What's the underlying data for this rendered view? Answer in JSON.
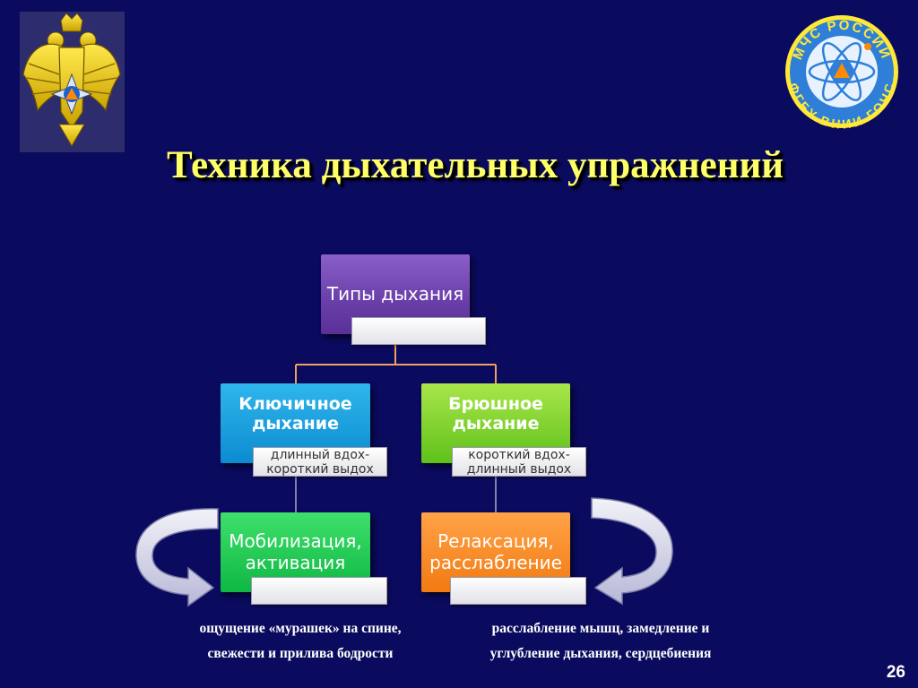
{
  "slide": {
    "title": "Техника дыхательных упражнений",
    "page_number": "26"
  },
  "logos": {
    "left": {
      "icon": "eagle-emblem-icon"
    },
    "right": {
      "icon": "mchs-round-logo-icon",
      "text_top": "МЧС РОССИИ",
      "text_bottom": "ФГБУ ВНИИ ГОЧС"
    }
  },
  "diagram": {
    "root": {
      "label": "Типы дыхания"
    },
    "branches": [
      {
        "label": "Ключичное дыхание",
        "note": "длинный вдох-короткий выдох",
        "result": "Мобилизация, активация"
      },
      {
        "label": "Брюшное дыхание",
        "note": "короткий вдох-длинный выдох",
        "result": "Релаксация, расслабление"
      }
    ]
  },
  "captions": {
    "left": [
      "ощущение «мурашек» на спине,",
      "свежести и прилива бодрости"
    ],
    "right": [
      "расслабление мышц, замедление и",
      "углубление дыхания, сердцебиения"
    ]
  },
  "colors": {
    "background": "#0a0a5e",
    "title": "#ffff66",
    "root": "#6a3ea8",
    "branch_left": "#1aa3e0",
    "branch_right": "#7dd42a",
    "result_left": "#1fcf55",
    "result_right": "#f7891f",
    "connector": "#f0a060"
  }
}
